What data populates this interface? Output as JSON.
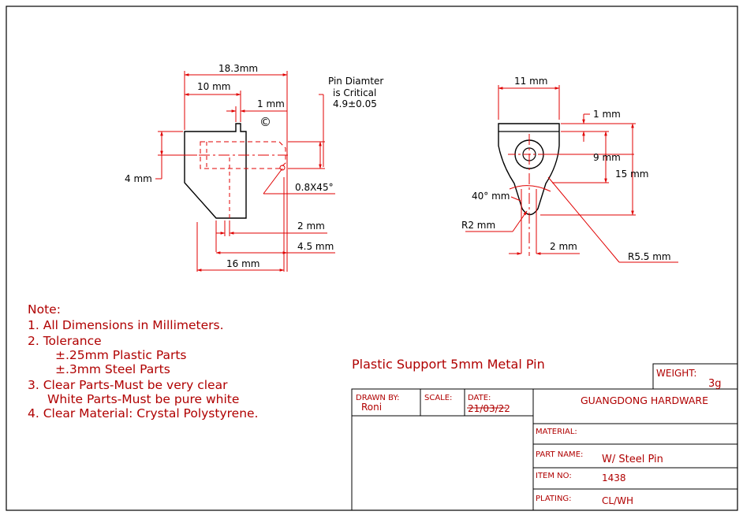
{
  "front_view": {
    "dim_overall": "18.3mm",
    "dim_10": "10 mm",
    "dim_1": "1 mm",
    "copyright": "©",
    "pin_note_1": "Pin Diamter",
    "pin_note_2": "is Critical",
    "pin_note_3": "4.9±0.05",
    "dim_4": "4 mm",
    "chamfer": "0.8X45°",
    "dim_2": "2 mm",
    "dim_4_5": "4.5 mm",
    "dim_16": "16 mm"
  },
  "side_view": {
    "dim_11": "11 mm",
    "dim_1": "1 mm",
    "dim_9": "9 mm",
    "dim_15": "15 mm",
    "angle": "40° mm",
    "r2": "R2 mm",
    "dim_2": "2 mm",
    "r5_5": "R5.5 mm"
  },
  "notes": {
    "title": "Note:",
    "line1": "1. All Dimensions in Millimeters.",
    "line2": "2. Tolerance",
    "line3": "±.25mm Plastic Parts",
    "line4": "±.3mm  Steel Parts",
    "line5": "3. Clear Parts-Must be very clear",
    "line6": "White Parts-Must be pure white",
    "line7": "4. Clear Material: Crystal Polystyrene."
  },
  "part_title": "Plastic Support 5mm Metal Pin",
  "title_block": {
    "weight_label": "WEIGHT:",
    "weight_value": "3g",
    "drawn_by_label": "DRAWN BY:",
    "drawn_by_value": "Roni",
    "scale_label": "SCALE:",
    "date_label": "DATE:",
    "date_value": "21/03/22",
    "company": "GUANGDONG HARDWARE",
    "material_label": "MATERIAL:",
    "part_name_label": "PART NAME:",
    "part_name_value": "W/ Steel Pin",
    "item_no_label": "ITEM NO:",
    "item_no_value": "1438",
    "plating_label": "PLATING:",
    "plating_value": "CL/WH"
  }
}
